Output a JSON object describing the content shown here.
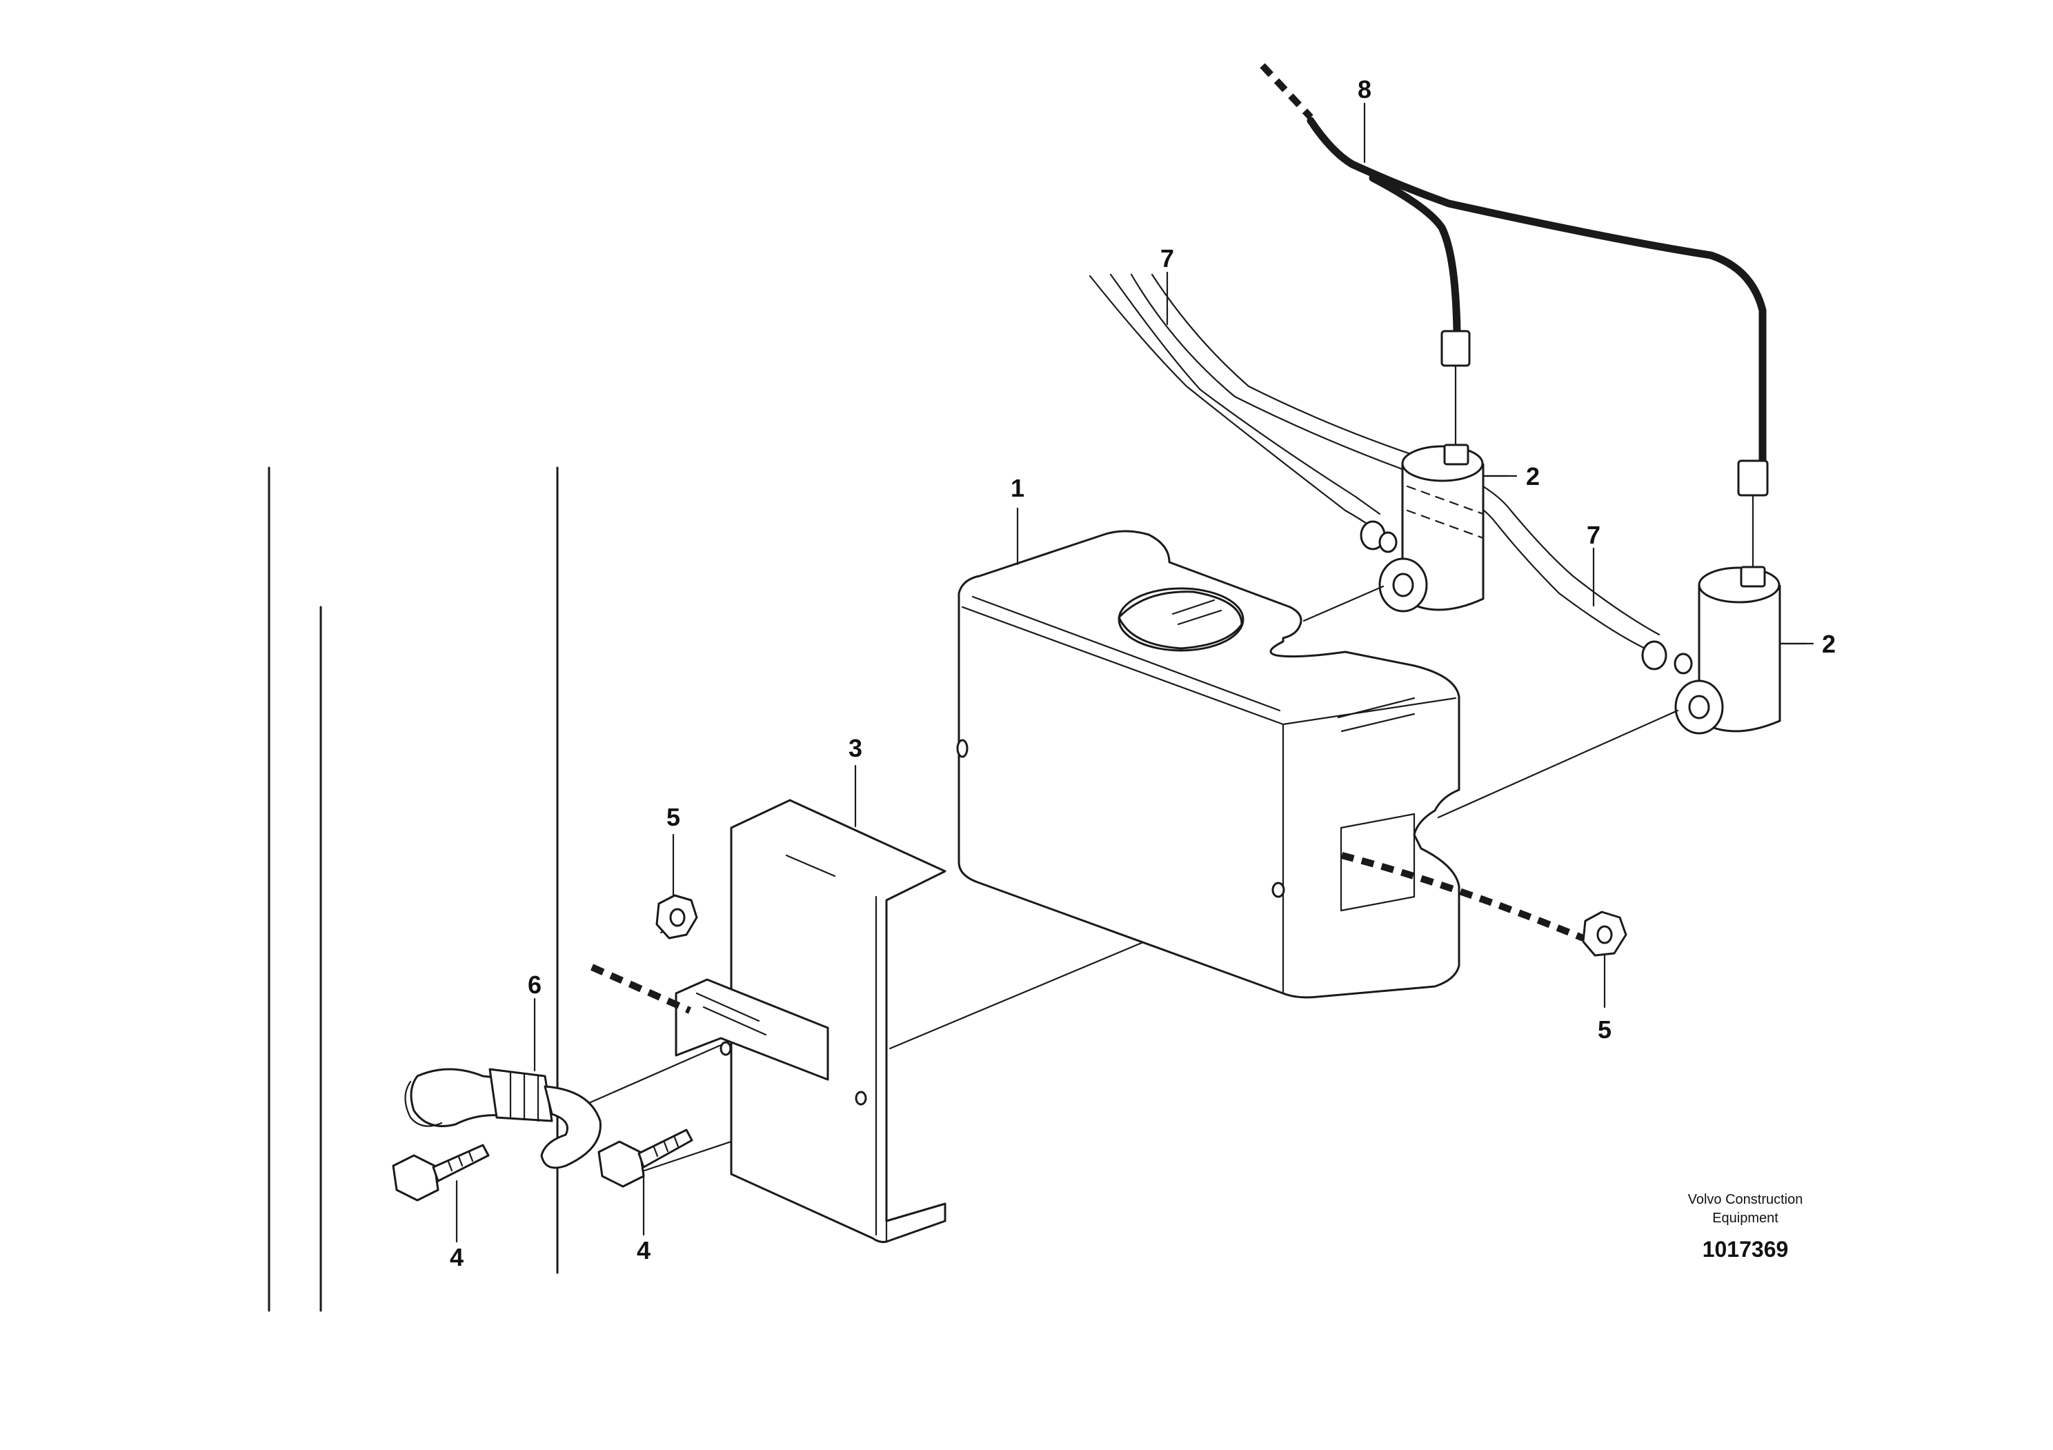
{
  "callouts": {
    "tank": "1",
    "pump_a": "2",
    "pump_b": "2",
    "bracket": "3",
    "screw_left": "4",
    "screw_right": "4",
    "nut_top": "5",
    "nut_right": "5",
    "hose_clamp": "6",
    "hose_upper": "7",
    "hose_lower": "7",
    "cable_harness": "8"
  },
  "title_block": {
    "company_line1": "Volvo Construction",
    "company_line2": "Equipment",
    "drawing_number": "1017369"
  },
  "colors": {
    "line": "#1a1a1a",
    "background": "#ffffff"
  }
}
